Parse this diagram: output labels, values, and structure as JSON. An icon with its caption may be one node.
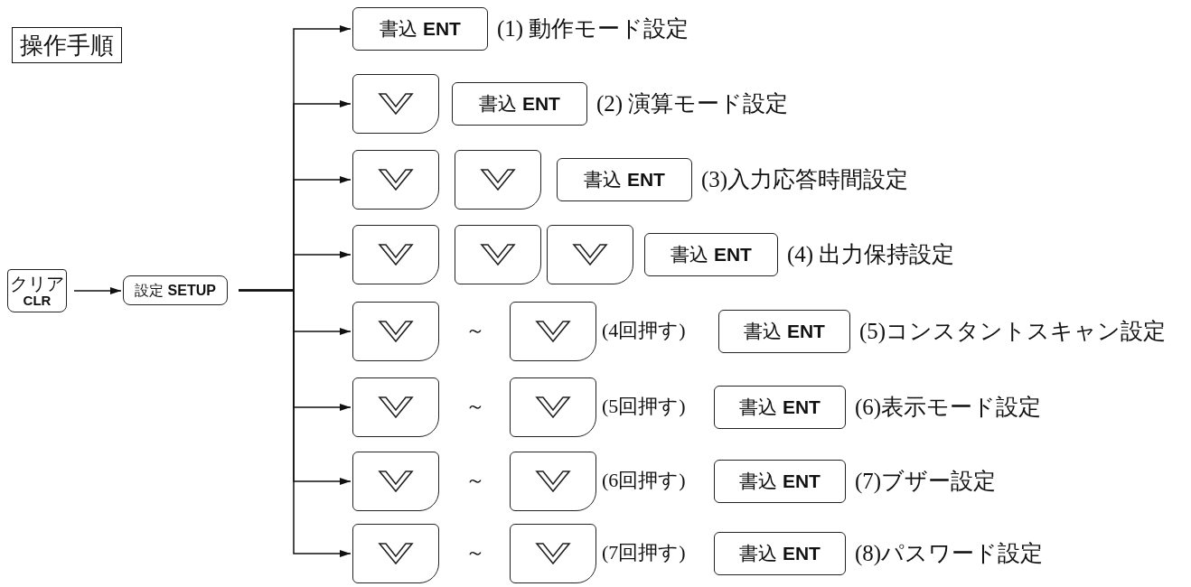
{
  "diagram": {
    "title": "操作手順",
    "nodes": [
      {
        "text": [
          "クリア",
          "CLR"
        ]
      },
      {
        "text": [
          "設定 **SETUP**"
        ]
      },
      {
        "text": [
          "書込 **ENT**"
        ],
        "beside": [
          "(1) 動作モード設定"
        ]
      },
      {
        "text": [],
        "shape": "box"
      },
      {
        "text": [
          "書込 **ENT**"
        ],
        "beside": [
          "(2) 演算モード設定"
        ]
      },
      {
        "text": [],
        "shape": "box"
      },
      {
        "text": [],
        "shape": "box"
      },
      {
        "text": [
          "書込 **ENT**"
        ],
        "beside": [
          "(3)入力応答時間設定"
        ]
      },
      {
        "text": [],
        "shape": "box"
      },
      {
        "text": [],
        "shape": "box"
      },
      {
        "text": [],
        "shape": "box"
      },
      {
        "text": [
          "書込 **ENT**"
        ],
        "beside": [
          "(4) 出力保持設定"
        ]
      },
      {
        "text": [],
        "shape": "box"
      },
      {
        "text": [],
        "shape": "box"
      },
      {
        "text": [
          "書込 **ENT**"
        ],
        "beside": [
          "(5)コンスタントスキャン設定"
        ]
      },
      {
        "text": [],
        "shape": "box"
      },
      {
        "text": [],
        "shape": "box"
      },
      {
        "text": [
          "書込 **ENT**"
        ],
        "beside": [
          "(6)表示モード設定"
        ]
      },
      {
        "text": [],
        "shape": "box"
      },
      {
        "text": [],
        "shape": "box"
      },
      {
        "text": [
          "書込 **ENT**"
        ],
        "beside": [
          "(7)ブザー設定"
        ]
      },
      {
        "text": [],
        "shape": "box"
      },
      {
        "text": [],
        "shape": "box"
      },
      {
        "text": [
          "書込 **ENT**"
        ],
        "beside": [
          "(8)パスワード設定"
        ]
      }
    ],
    "edges": [
      {
        "from": 0,
        "to": 1,
        "arrow": "to"
      },
      {
        "from": 1,
        "to": 2,
        "arrow": "to"
      },
      {
        "from": 1,
        "to": 3,
        "arrow": "to"
      },
      {
        "from": 1,
        "to": 5,
        "arrow": "to"
      },
      {
        "from": 1,
        "to": 8,
        "arrow": "to"
      },
      {
        "from": 1,
        "to": 12,
        "arrow": "to"
      },
      {
        "from": 1,
        "to": 15,
        "arrow": "to"
      },
      {
        "from": 1,
        "to": 18,
        "arrow": "to"
      },
      {
        "from": 1,
        "to": 21,
        "arrow": "to"
      }
    ],
    "labels": [
      "～",
      "(4回押す)",
      "～",
      "(5回押す)",
      "～",
      "(6回押す)",
      "～",
      "(7回押す)"
    ]
  }
}
